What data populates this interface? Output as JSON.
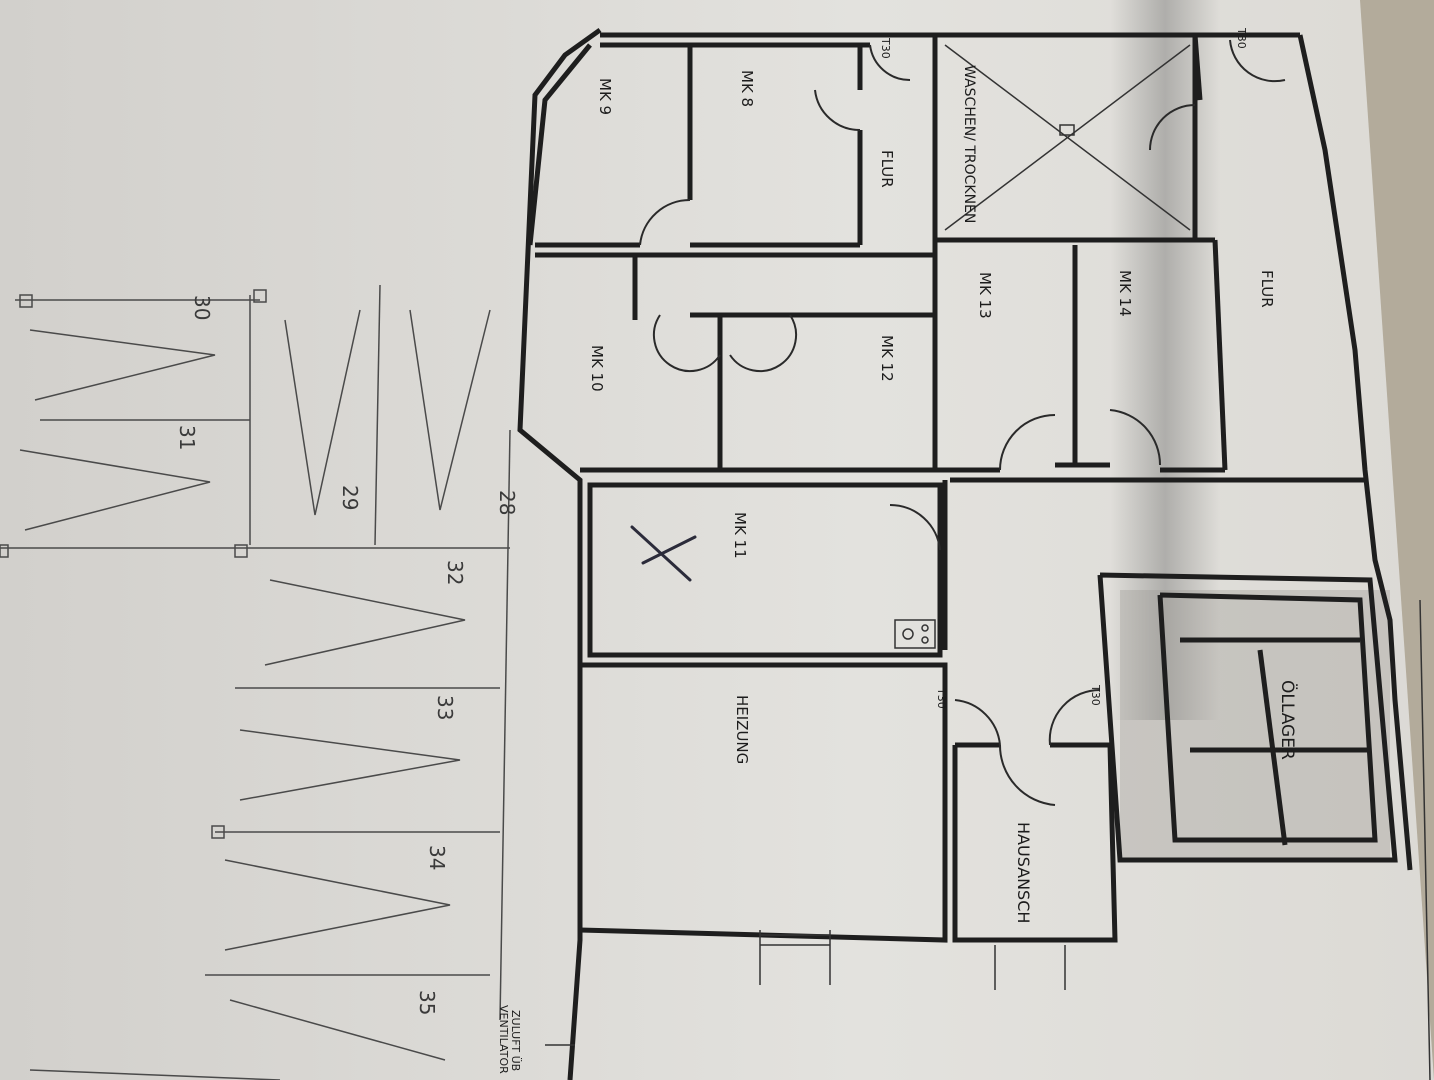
{
  "plan": {
    "rooms": {
      "mk9": "MK 9",
      "mk8": "MK 8",
      "flur_top": "FLUR",
      "waschen": "WASCHEN/ TROCKNEN",
      "flur_right": "FLUR",
      "mk10": "MK 10",
      "mk12": "MK 12",
      "mk13": "MK 13",
      "mk14": "MK 14",
      "mk11": "MK 11",
      "heizung": "HEIZUNG",
      "hausansch": "HAUSANSCH",
      "oellager": "ÖLLAGER"
    },
    "door_ratings": {
      "t30_a": "T30",
      "t30_b": "T30",
      "t30_c": "T30",
      "t30_d": "T30"
    },
    "stair_numbers": [
      "28",
      "29",
      "30",
      "31",
      "32",
      "33",
      "34",
      "35"
    ],
    "note": {
      "line1": "ZULUFT ÜB",
      "line2": "VENTILATOR"
    }
  }
}
